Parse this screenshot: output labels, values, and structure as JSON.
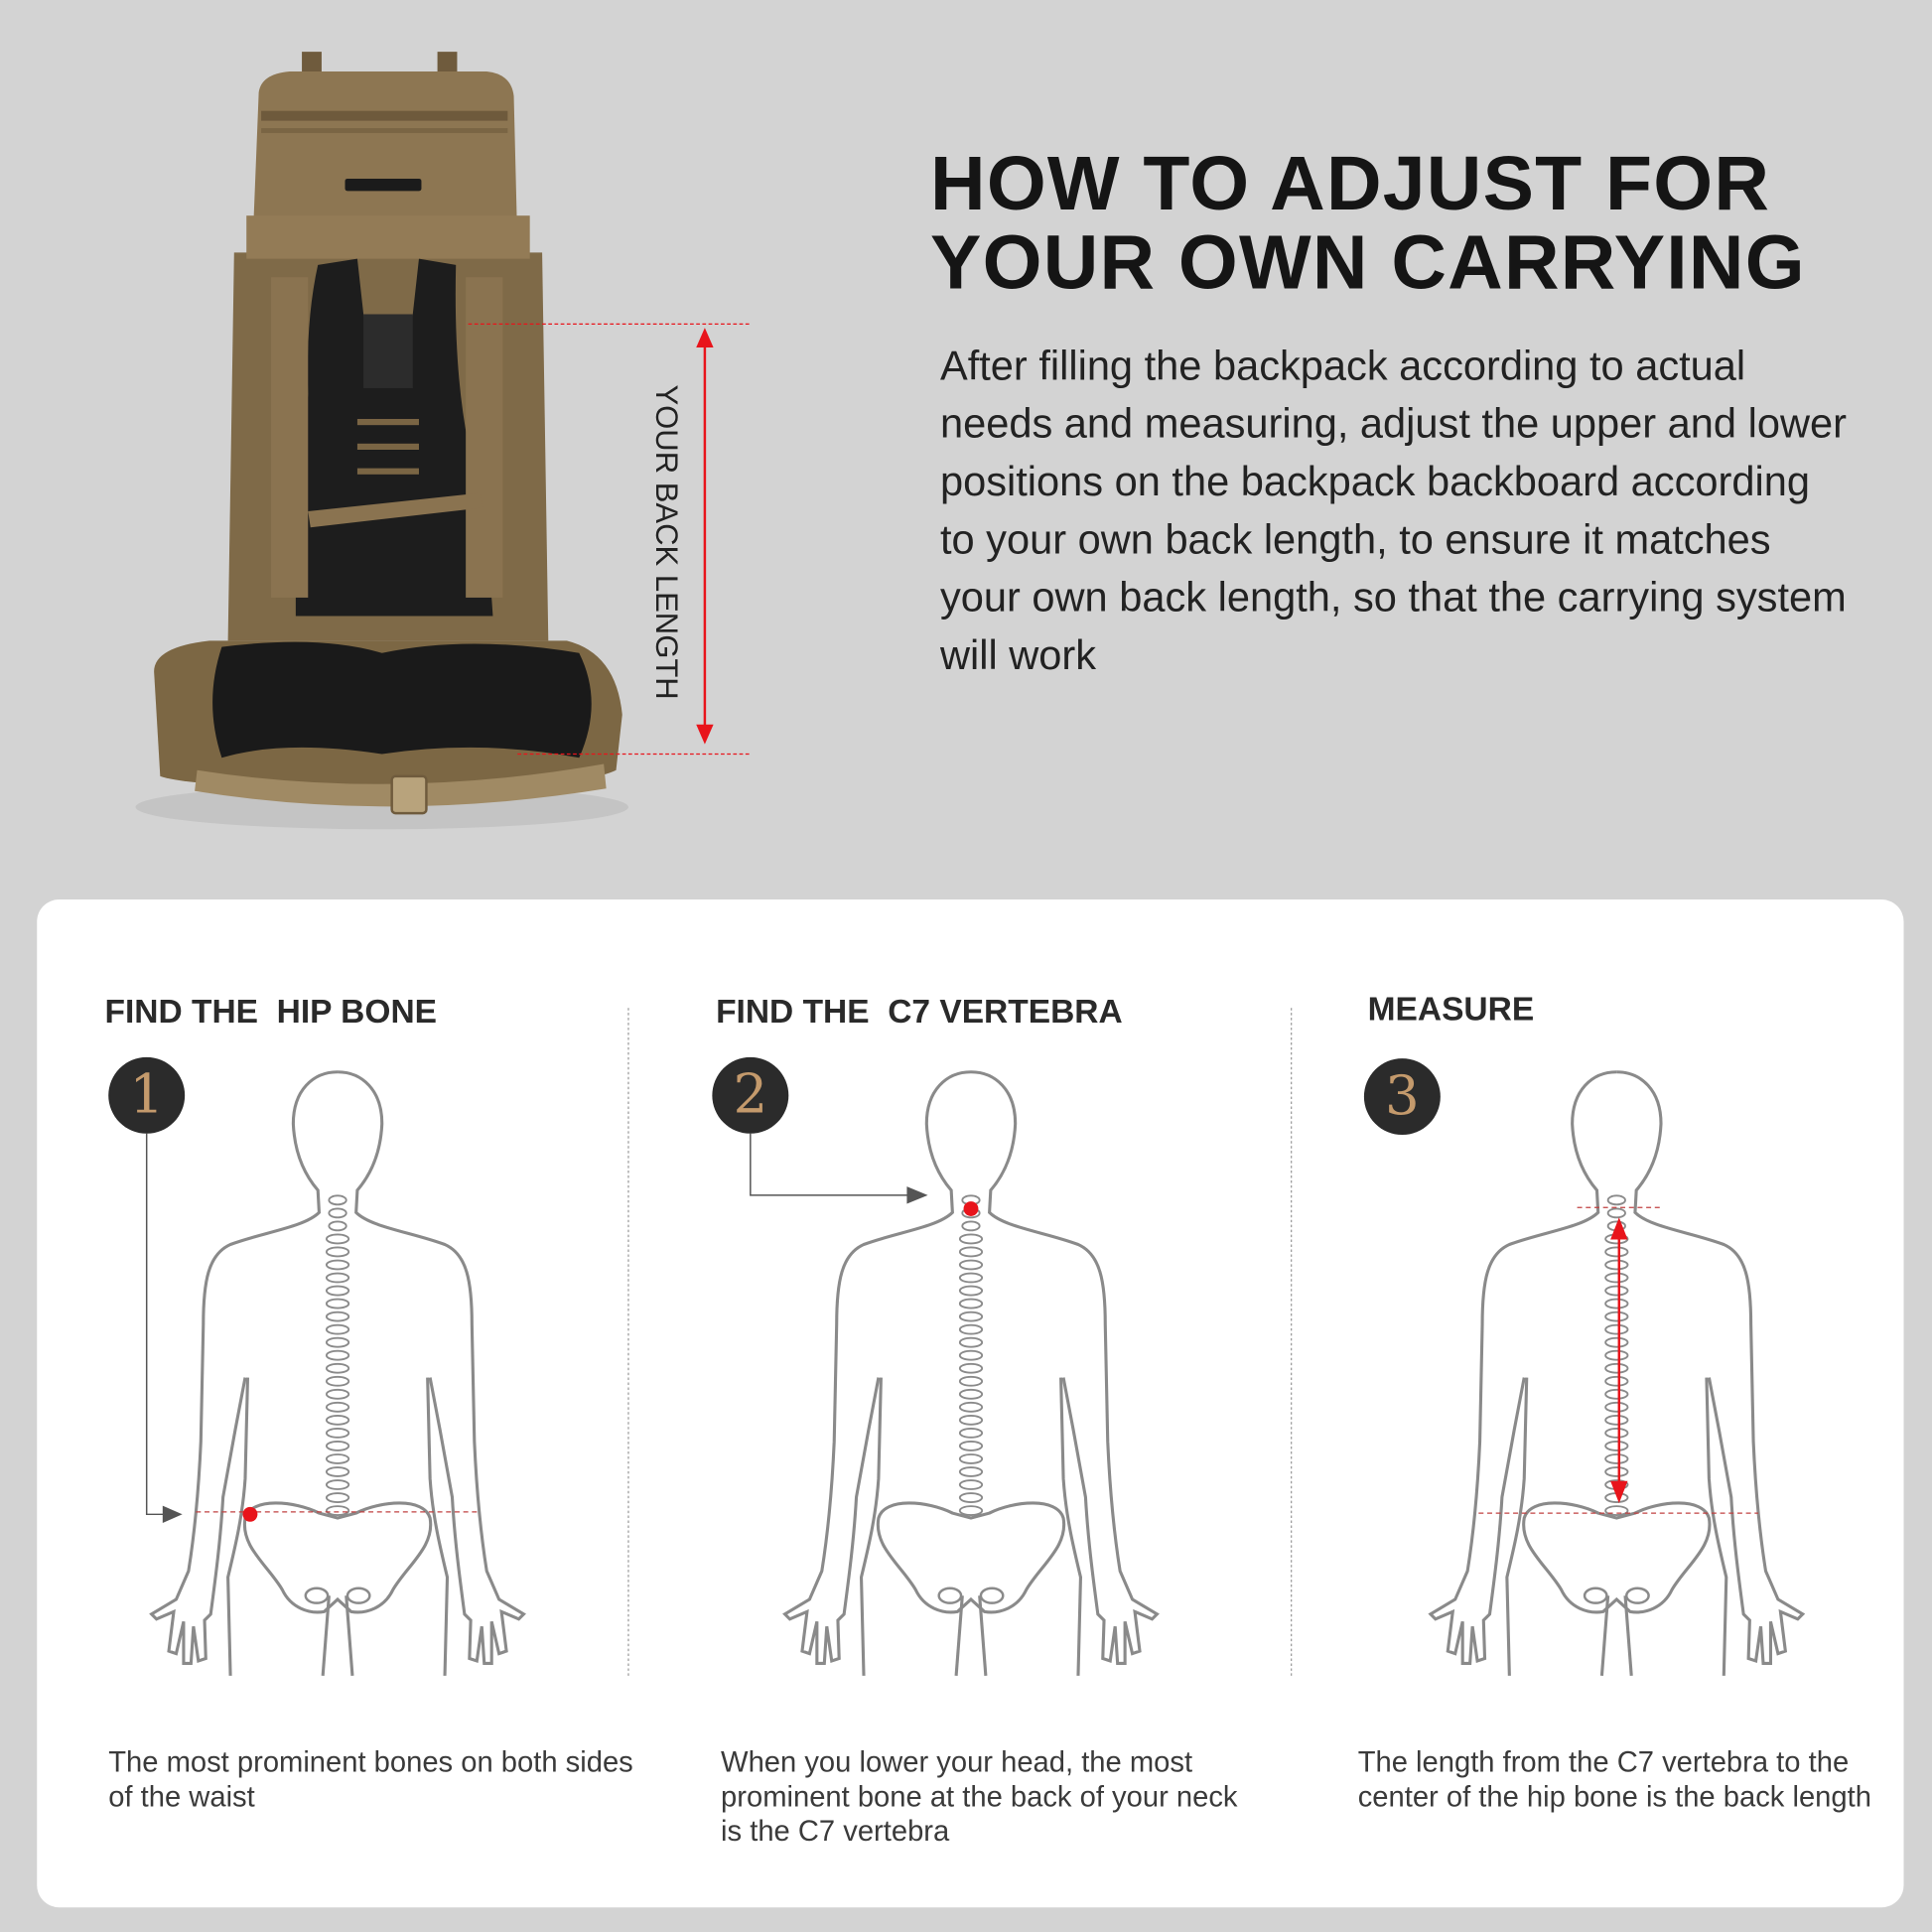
{
  "header": {
    "title_line1": "HOW TO ADJUST FOR",
    "title_line2": "YOUR OWN CARRYING",
    "description": "After filling the backpack according to actual needs and measuring, adjust the upper and lower positions on the backpack backboard according to your own back length, to ensure it matches your own back length, so that the carrying system will work"
  },
  "product": {
    "measure_label": "YOUR BACK LENGTH"
  },
  "steps": [
    {
      "number": "1",
      "title": "FIND THE  HIP BONE",
      "caption": "The most prominent bones on both sides of the waist"
    },
    {
      "number": "2",
      "title": "FIND THE  C7 VERTEBRA",
      "caption": "When you lower your head, the most prominent bone at the back of your neck is the C7 vertebra"
    },
    {
      "number": "3",
      "title": "MEASURE",
      "caption": "The length from the C7 vertebra to the center of the hip bone is the back length"
    }
  ],
  "colors": {
    "background": "#d3d3d3",
    "accent_red": "#e8141b",
    "badge": "#2b2b2b",
    "badge_number": "#c49a6c",
    "pack_brown": "#8a7350"
  }
}
